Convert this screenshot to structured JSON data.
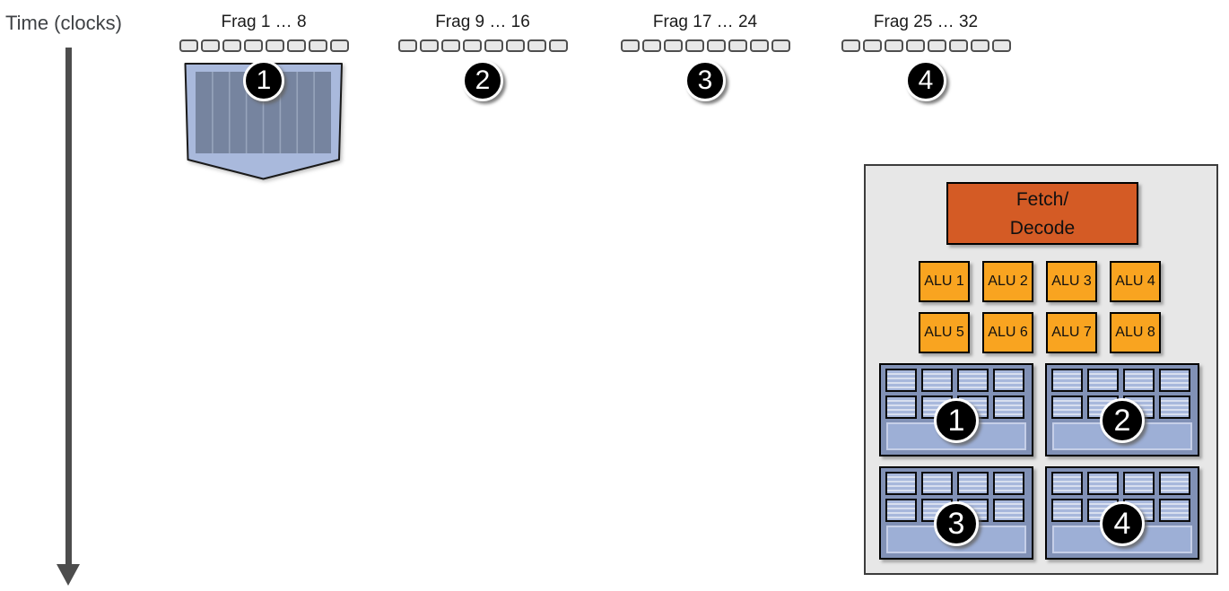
{
  "timeline": {
    "label": "Time (clocks)"
  },
  "frag_groups": [
    {
      "label": "Frag 1 … 8",
      "badge": "1",
      "slots": 8,
      "wave": true,
      "wave_lanes": 8
    },
    {
      "label": "Frag 9 … 16",
      "badge": "2",
      "slots": 8,
      "wave": false
    },
    {
      "label": "Frag 17 … 24",
      "badge": "3",
      "slots": 8,
      "wave": false
    },
    {
      "label": "Frag 25 … 32",
      "badge": "4",
      "slots": 8,
      "wave": false
    }
  ],
  "core": {
    "fetch_decode": {
      "line1": "Fetch/",
      "line2": "Decode"
    },
    "alu_labels": [
      "ALU 1",
      "ALU 2",
      "ALU 3",
      "ALU 4",
      "ALU 5",
      "ALU 6",
      "ALU 7",
      "ALU 8"
    ],
    "contexts": [
      {
        "badge": "1",
        "register_tiles": 8
      },
      {
        "badge": "2",
        "register_tiles": 8
      },
      {
        "badge": "3",
        "register_tiles": 8
      },
      {
        "badge": "4",
        "register_tiles": 8
      }
    ]
  },
  "colors": {
    "fetch_decode_fill": "#D45B25",
    "alu_fill": "#F9A420",
    "context_fill": "#8191B6",
    "register_fill": "#A8B8DC",
    "context_bar_fill": "#9DAFD6",
    "wave_fill": "#A9B9DC",
    "wave_inner_fill": "#76849F",
    "wave_lane_line": "#97A4BC",
    "core_fill": "#E7E7E7",
    "arrow_color": "#4D4D4D",
    "slot_fill": "#E8E8E8",
    "badge_fill": "#000000",
    "badge_text": "#FFFFFF"
  }
}
